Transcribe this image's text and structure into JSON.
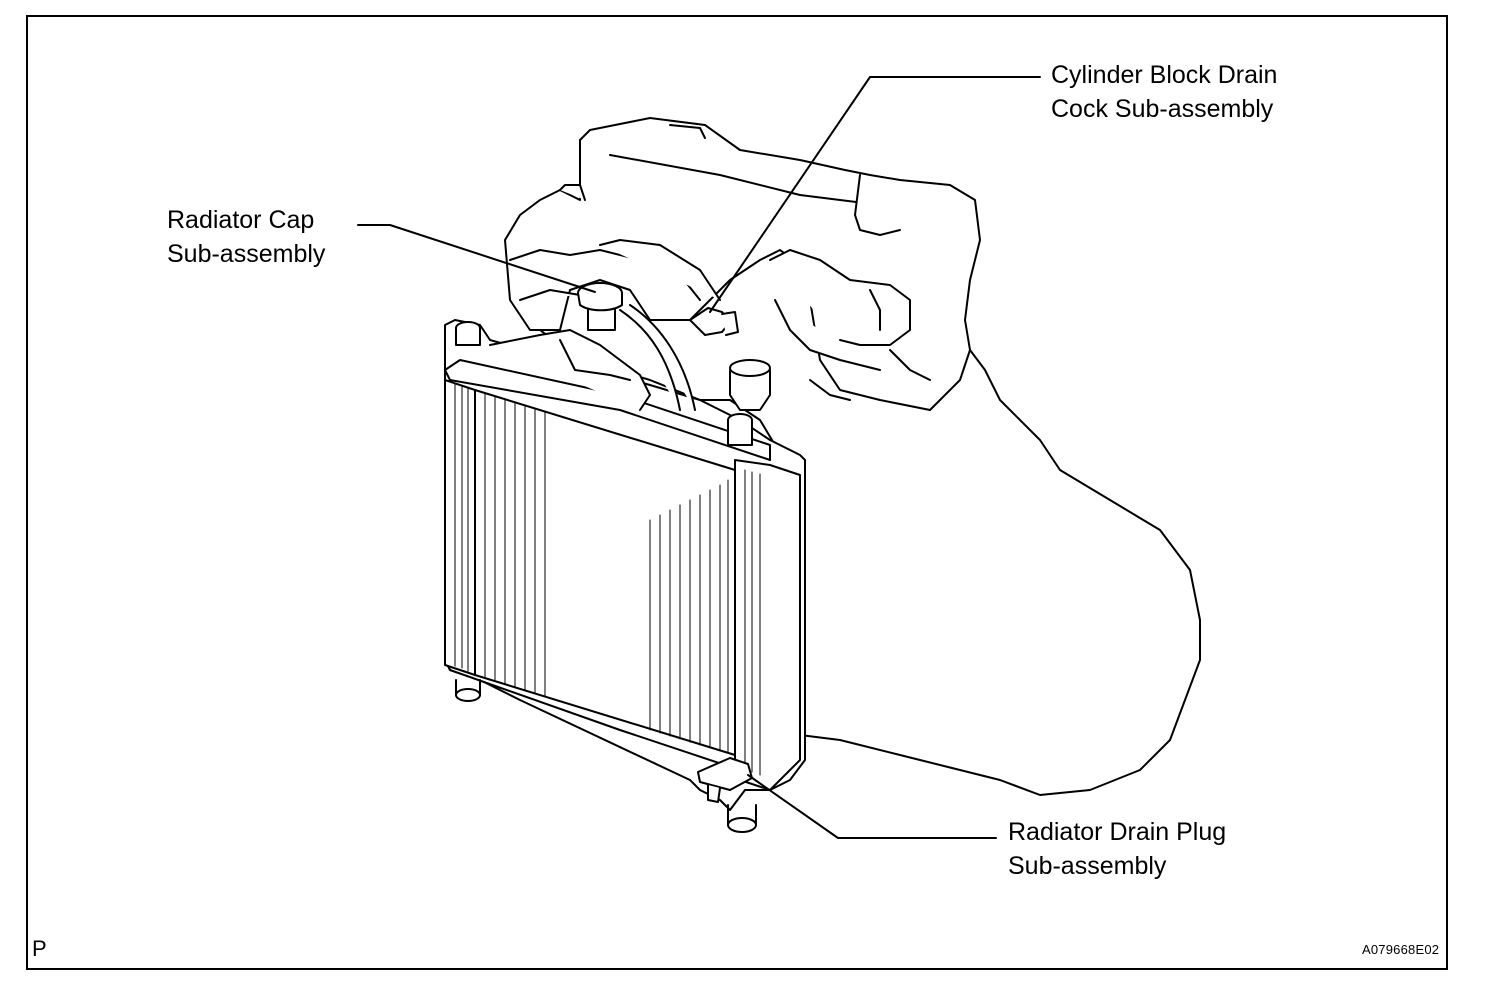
{
  "callouts": {
    "cylinder_drain": {
      "line1": "Cylinder Block Drain",
      "line2": "Cock Sub-assembly"
    },
    "radiator_cap": {
      "line1": "Radiator Cap",
      "line2": "Sub-assembly"
    },
    "radiator_drain": {
      "line1": "Radiator Drain Plug",
      "line2": "Sub-assembly"
    }
  },
  "corner_mark": "P",
  "figure_id": "A079668E02"
}
